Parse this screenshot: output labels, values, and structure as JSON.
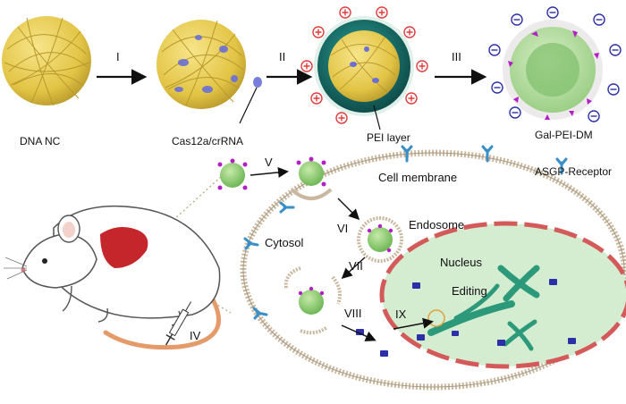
{
  "colors": {
    "yarn": "#e6c94a",
    "yarn_dark": "#b8992c",
    "protein": "#6a6fd6",
    "pei_ring": "#1f6f6a",
    "positive": "#e23b3b",
    "negative": "#2b2fa8",
    "gal_ligand": "#b21fc4",
    "nanoparticle": "#86c96b",
    "membrane": "#c9b89f",
    "nucleus": "#c8e6c4",
    "nuclear_envelope": "#d45a5a",
    "receptor": "#3a8fc9",
    "chromosome": "#2c9a7a",
    "mouse_liver": "#c4262b",
    "tail": "#e59a6a"
  },
  "top_row": {
    "labels": [
      "DNA NC",
      "Cas12a/crRNA",
      "PEI layer",
      "Gal-PEI-DM"
    ],
    "steps": [
      "I",
      "II",
      "III"
    ]
  },
  "bottom": {
    "steps": [
      "V",
      "VI",
      "VII",
      "VIII",
      "IX",
      "IV"
    ],
    "labels": {
      "cell_membrane": "Cell membrane",
      "asgp_receptor": "ASGP-Receptor",
      "endosome": "Endosome",
      "cytosol": "Cytosol",
      "nucleus": "Nucleus",
      "editing": "Editing"
    }
  },
  "icons": {
    "positive_charge": "plus-circle-icon",
    "negative_charge": "minus-circle-icon",
    "injection": "syringe-icon",
    "receptor": "y-receptor-icon"
  }
}
